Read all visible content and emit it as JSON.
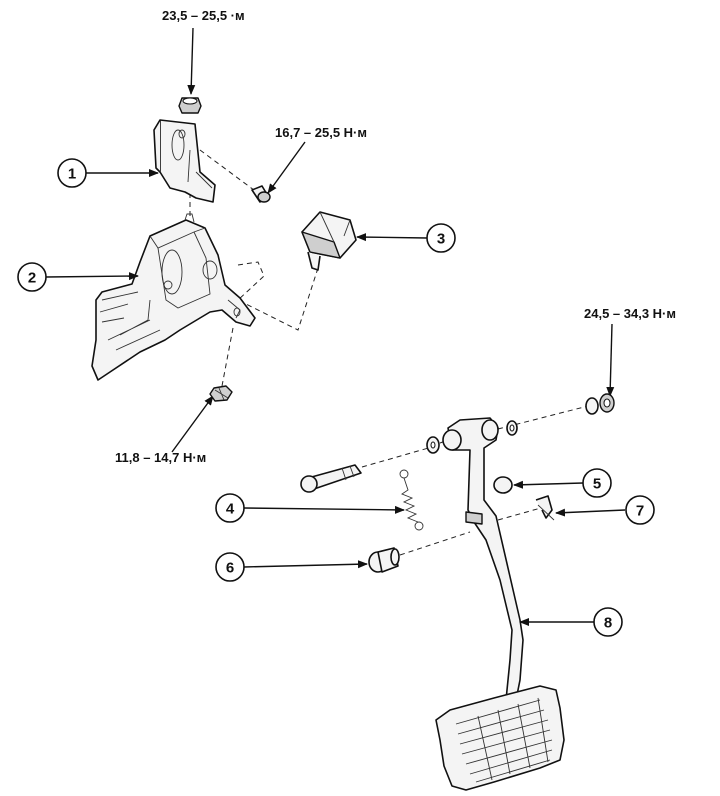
{
  "torque_labels": {
    "top_nut": "23,5 – 25,5 ·м",
    "bracket_bolt": "16,7 – 25,5 Н·м",
    "lower_nut": "11,8 – 14,7 Н·м",
    "pivot_nut": "24,5 – 34,3 Н·м"
  },
  "callouts": [
    "1",
    "2",
    "3",
    "4",
    "5",
    "6",
    "7",
    "8"
  ]
}
